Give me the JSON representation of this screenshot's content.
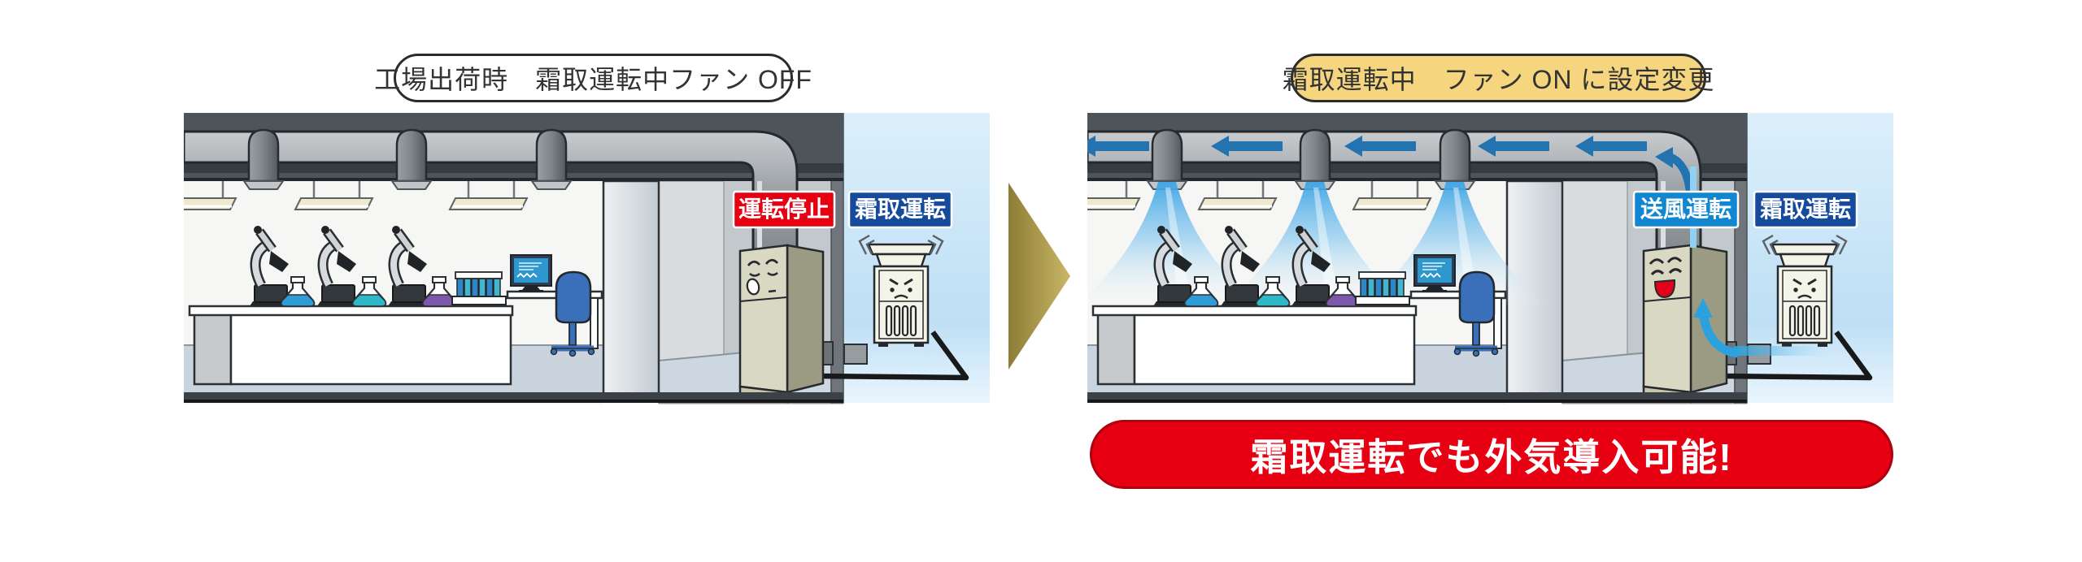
{
  "panels": [
    {
      "title": "工場出荷時　霜取運転中ファン OFF",
      "title_bg": "#ffffff",
      "title_border": "#2b2b2b",
      "indoor_unit_label": "運転停止",
      "indoor_unit_label_bg": "#e60012",
      "outdoor_unit_label": "霜取運転",
      "outdoor_unit_label_bg": "#164a9d",
      "indoor_unit_face": "sleeping",
      "outdoor_unit_face": "angry",
      "airflow": false
    },
    {
      "title": "霜取運転中　ファン ON に設定変更",
      "title_bg": "#f5d67f",
      "title_border": "#2b2b2b",
      "indoor_unit_label": "送風運転",
      "indoor_unit_label_bg": "#1287d1",
      "outdoor_unit_label": "霜取運転",
      "outdoor_unit_label_bg": "#164a9d",
      "indoor_unit_face": "happy",
      "outdoor_unit_face": "angry",
      "airflow": true
    }
  ],
  "banner": {
    "text": "霜取運転でも外気導入可能!",
    "bg": "#e60012",
    "border": "#ad0010",
    "text_color": "#ffffff"
  },
  "transition_arrow": {
    "color_from": "#8d7c35",
    "color_to": "#c9b766"
  },
  "flow": {
    "duct_arrow_color": "#2273b0",
    "stream_color": "#2ba2dd",
    "cone_color": "#3ca4e4",
    "vertical_flow_color": "#8ed1f3"
  },
  "scene_colors": {
    "sky_top": "#dceffb",
    "sky_bottom": "#bedff5",
    "ceiling_band": "#4d555b",
    "label_text": "#ffffff"
  }
}
